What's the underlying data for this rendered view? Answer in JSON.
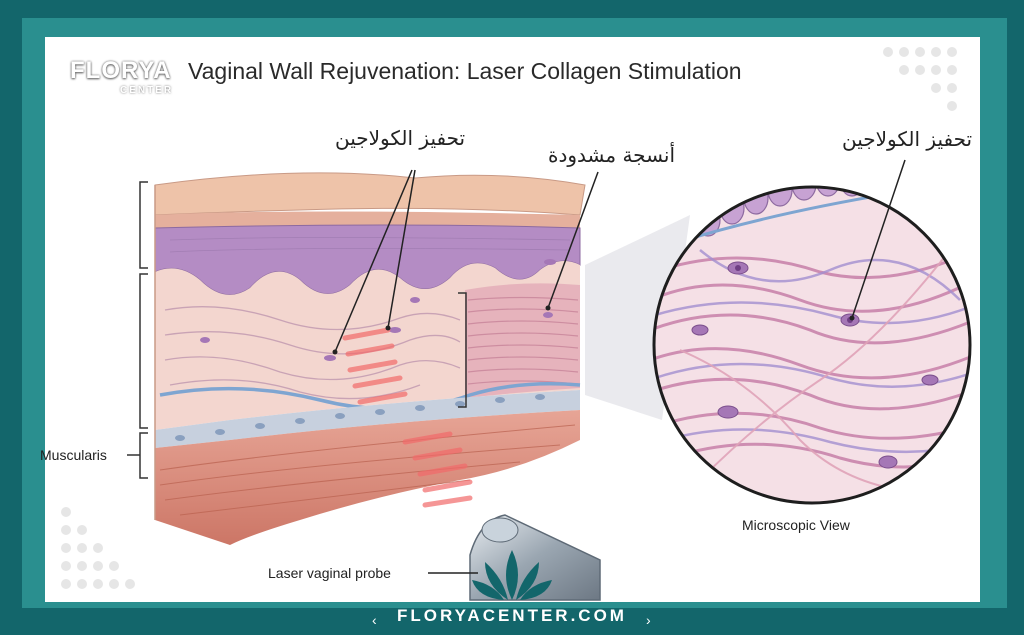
{
  "title": "Vaginal Wall Rejuvenation: Laser Collagen Stimulation",
  "logo": {
    "name": "FLORYA",
    "sub": "CENTER"
  },
  "labels": {
    "collagen_stimulation_left": "تحفيز الكولاجين",
    "tightened_tissue": "أنسجة مشدودة",
    "collagen_stimulation_right": "تحفيز الكولاجين",
    "muscularis": "Muscularis",
    "laser_probe": "Laser vaginal probe",
    "microscopic_view": "Microscopic View"
  },
  "footer": "FLORYACENTER.COM",
  "colors": {
    "teal": "#13666b",
    "epithelium": "#b48cc4",
    "connective": "#f3d6cf",
    "muscle": "#d98c7e",
    "laser": "#f26a6a"
  }
}
